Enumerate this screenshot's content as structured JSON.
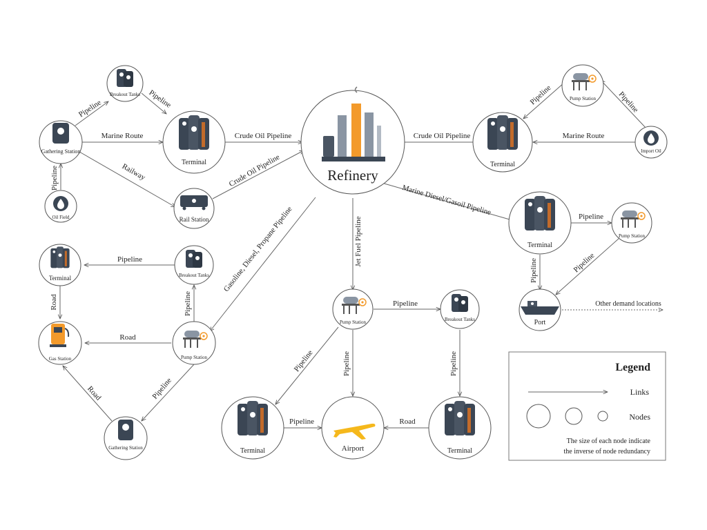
{
  "nodes": {
    "breakout_tanks_tl": "Breakout Tanks",
    "gathering_station_tl": "Gathering Station",
    "terminal_tl": "Terminal",
    "oil_field": "Oil Field",
    "rail_station": "Rail Station",
    "refinery": "Refinery",
    "terminal_tr": "Terminal",
    "pump_station_tr": "Pump Station",
    "import_oil": "Import Oil",
    "terminal_mr": "Terminal",
    "pump_station_mr": "Pump Station",
    "port": "Port",
    "terminal_ml": "Terminal",
    "breakout_tanks_ml": "Breakout Tanks",
    "gas_station": "Gas Station",
    "pump_station_ml": "Pump Station",
    "gathering_station_bl": "Gathering Station",
    "pump_station_c": "Pump Station",
    "breakout_tanks_c": "Breakout Tanks",
    "terminal_bl": "Terminal",
    "airport": "Airport",
    "terminal_br": "Terminal"
  },
  "links": {
    "gs_bt_tl": "Pipeline",
    "bt_term_tl": "Pipeline",
    "gs_term_tl": "Marine Route",
    "gs_rail": "Railway",
    "of_gs": "Pipeline",
    "term_ref_tl": "Crude Oil Pipeline",
    "rail_ref": "Crude Oil Pipeline",
    "term_ref_tr": "Crude Oil Pipeline",
    "ps_term_tr": "Pipeline",
    "imp_ps": "Pipeline",
    "imp_term": "Marine Route",
    "ref_term_mr": "Marine Diesel/Gasoil Pipeline",
    "term_ps_mr": "Pipeline",
    "term_port": "Pipeline",
    "ps_port": "Pipeline",
    "port_other": "Other demand locations",
    "ref_ps_ml": "Gasoline, Diesel, Propane Pipeline",
    "bt_term_ml": "Pipeline",
    "term_gas": "Road",
    "ps_gas": "Road",
    "ps_bt_ml": "Pipeline",
    "gath_gas": "Road",
    "ps_gath": "Pipeline",
    "ref_ps_c": "Jet Fuel Pipeline",
    "ps_bt_c": "Pipeline",
    "ps_term_bl": "Pipeline",
    "ps_airport": "Pipeline",
    "bt_term_br": "Pipeline",
    "term_airport_bl": "Pipeline",
    "term_airport_br": "Road"
  },
  "legend": {
    "title": "Legend",
    "links_label": "Links",
    "nodes_label": "Nodes",
    "note_line1": "The size of each node indicate",
    "note_line2": "the inverse of node redundancy"
  },
  "colors": {
    "tank_dark": "#3b4654",
    "accent_orange": "#f39a2b",
    "refinery_grey": "#8a95a3",
    "airplane_yellow": "#f5b81c"
  }
}
